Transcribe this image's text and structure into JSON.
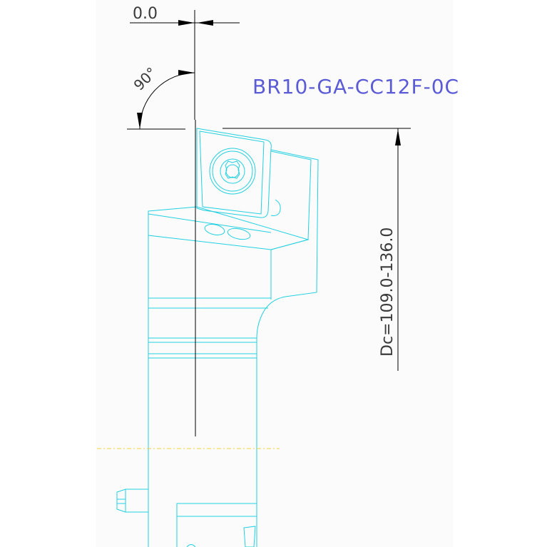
{
  "drawing": {
    "part_number": "BR10-GA-CC12F-0C",
    "offset_label": "0.0",
    "angle_label": "90°",
    "diameter_label": "Dc=109.0-136.0"
  },
  "colors": {
    "background": "#ffffff",
    "tool_outline": "#22d0e0",
    "dimension_lines": "#000000",
    "title_text": "#5b5bd6",
    "centerline": "#f0d040"
  }
}
